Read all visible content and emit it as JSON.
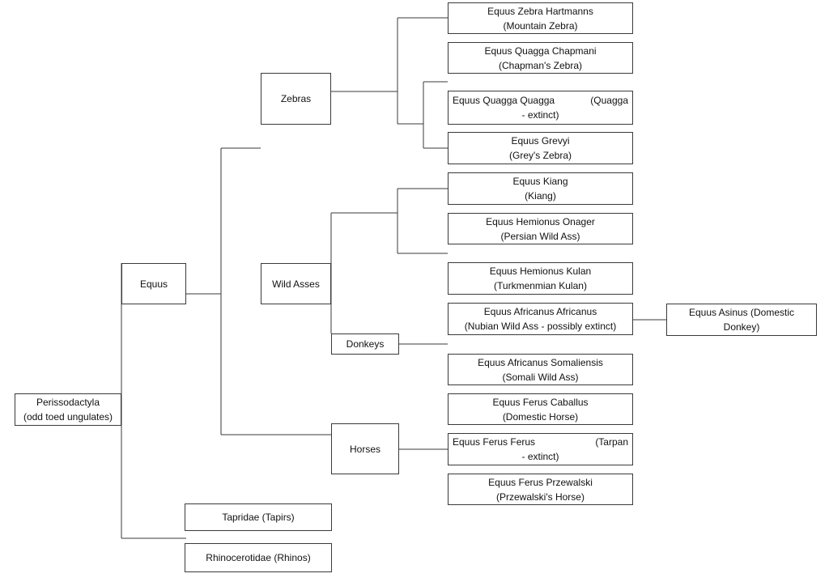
{
  "colors": {
    "line": "#3a3a3a",
    "box_border": "#3a3a3a",
    "text": "#111111"
  },
  "nodes": {
    "perissodactyla": {
      "line1": "Perissodactyla",
      "line2": "(odd toed ungulates)"
    },
    "equus": {
      "line1": "Equus"
    },
    "tapridae": {
      "line1": "Tapridae (Tapirs)"
    },
    "rhinocerotidae": {
      "line1": "Rhinocerotidae (Rhinos)"
    },
    "zebras": {
      "line1": "Zebras"
    },
    "wild_asses": {
      "line1": "Wild Asses"
    },
    "donkeys": {
      "line1": "Donkeys"
    },
    "horses": {
      "line1": "Horses"
    },
    "hartmanns": {
      "line1": "Equus Zebra Hartmanns",
      "line2": "(Mountain Zebra)"
    },
    "chapmani": {
      "line1": "Equus Quagga Chapmani",
      "line2": "(Chapman's Zebra)"
    },
    "quagga": {
      "line1a": "Equus Quagga Quagga",
      "line1b": "(Quagga",
      "line2": "- extinct)"
    },
    "grevyi": {
      "line1": "Equus Grevyi",
      "line2": "(Grey's Zebra)"
    },
    "kiang": {
      "line1": "Equus Kiang",
      "line2": "(Kiang)"
    },
    "onager": {
      "line1": "Equus Hemionus Onager",
      "line2": "(Persian Wild Ass)"
    },
    "kulan": {
      "line1": "Equus Hemionus Kulan",
      "line2": "(Turkmenmian Kulan)"
    },
    "africanus": {
      "line1": "Equus Africanus Africanus",
      "line2": "(Nubian Wild Ass - possibly extinct)"
    },
    "asinus": {
      "line1": "Equus Asinus (Domestic",
      "line2": "Donkey)"
    },
    "somaliensis": {
      "line1": "Equus Africanus Somaliensis",
      "line2": "(Somali Wild Ass)"
    },
    "caballus": {
      "line1": "Equus Ferus Caballus",
      "line2": "(Domestic Horse)"
    },
    "tarpan": {
      "line1a": "Equus Ferus Ferus",
      "line1b": "(Tarpan",
      "line2": "- extinct)"
    },
    "przewalski": {
      "line1": "Equus Ferus Przewalski",
      "line2": "(Przewalski's Horse)"
    }
  }
}
